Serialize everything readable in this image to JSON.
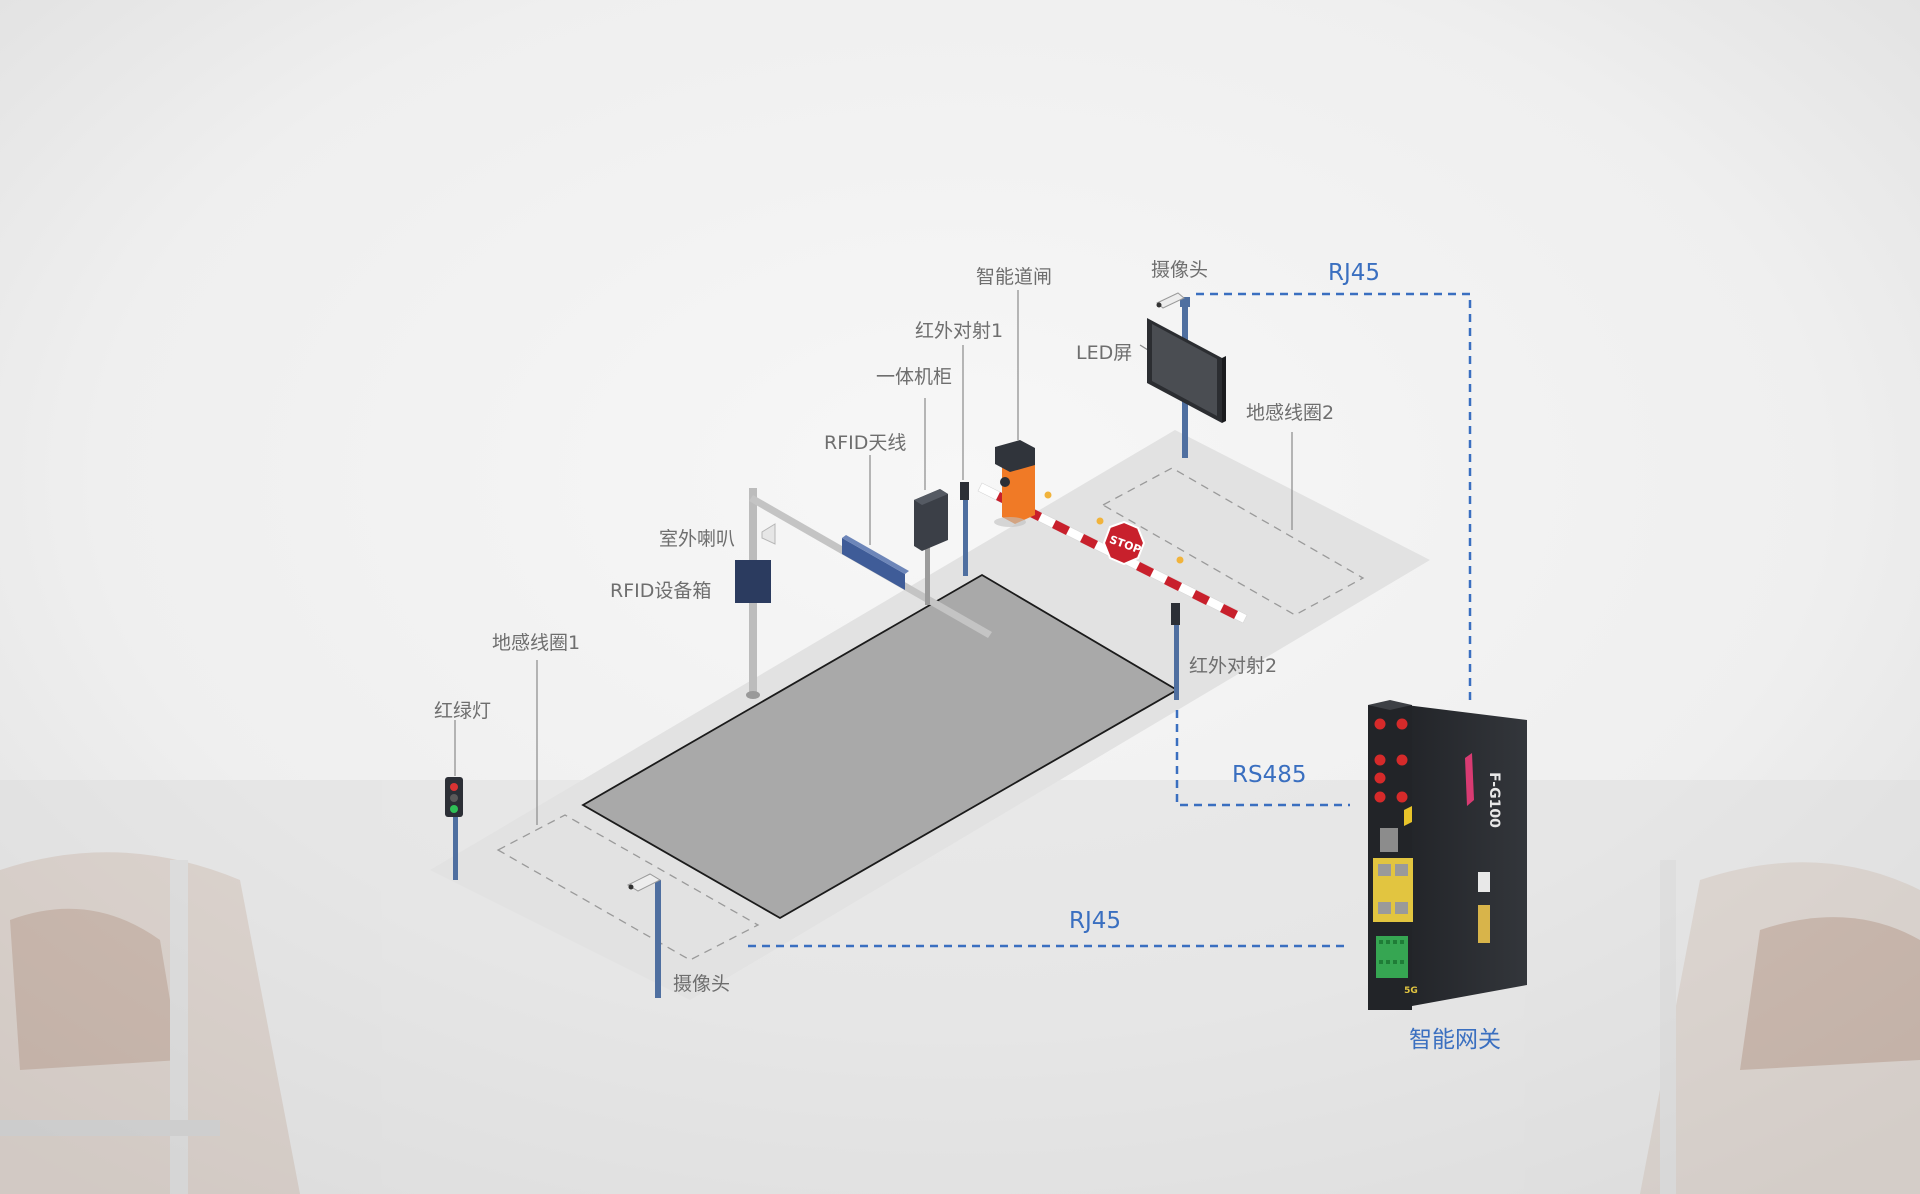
{
  "labels": {
    "camera_top": "摄像头",
    "smart_barrier": "智能道闸",
    "infrared_1": "红外对射1",
    "cabinet": "一体机柜",
    "led_screen": "LED屏",
    "loop_2": "地感线圈2",
    "rfid_antenna": "RFID天线",
    "outdoor_speaker": "室外喇叭",
    "rfid_box": "RFID设备箱",
    "loop_1": "地感线圈1",
    "traffic_light": "红绿灯",
    "infrared_2": "红外对射2",
    "camera_bottom": "摄像头",
    "gateway": "智能网关"
  },
  "connections": {
    "rj45_top": "RJ45",
    "rs485": "RS485",
    "rj45_bottom": "RJ45"
  },
  "device_text": {
    "model": "F-G100",
    "badge": "5G",
    "stop_sign": "STOP"
  },
  "colors": {
    "background": "#f1f1f1",
    "connection_line": "#3a6fc0",
    "gateway_body": "#26282c",
    "barrier_orange": "#f07a26",
    "stop_red": "#c8202c",
    "pole_blue": "#4f6fa0",
    "scale_platform": "#a9a9a9"
  }
}
